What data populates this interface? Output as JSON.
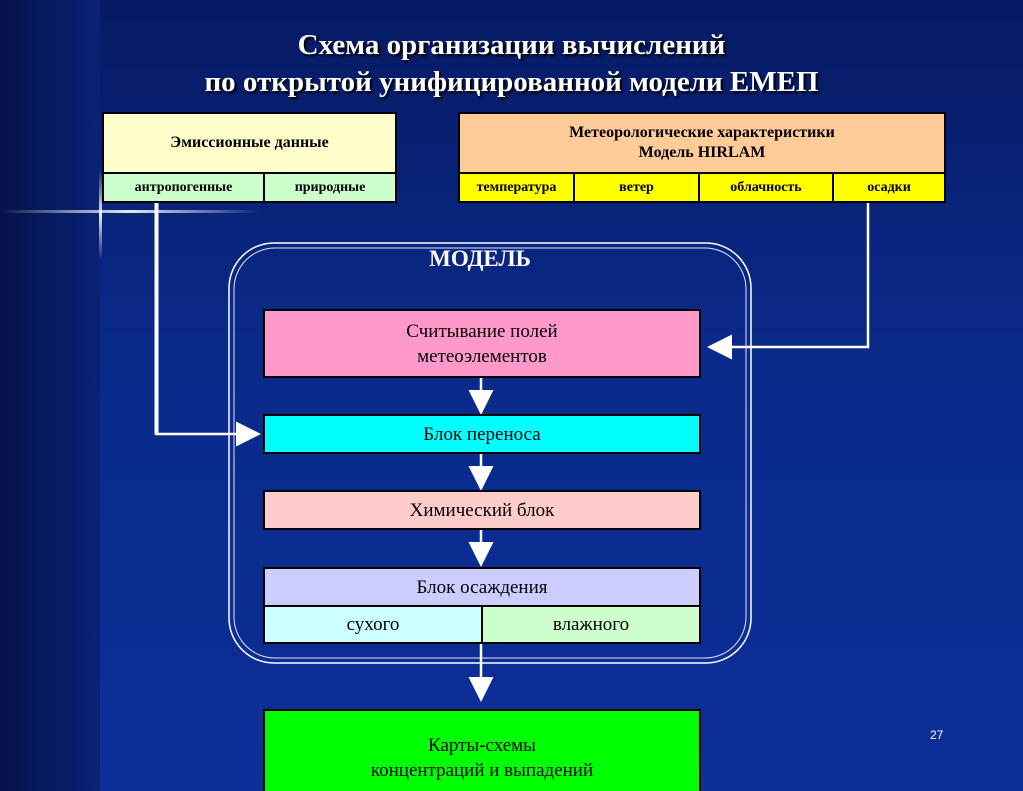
{
  "title": {
    "line1": "Схема организации вычислений",
    "line2": "по открытой унифицированной модели ЕМЕП"
  },
  "emission": {
    "title": "Эмиссионные данные",
    "sub": [
      "антропогенные",
      "природные"
    ]
  },
  "meteo": {
    "title": "Метеорологические характеристики\nМодель HIRLAM",
    "sub": [
      "температура",
      "ветер",
      "облачность",
      "осадки"
    ]
  },
  "model": {
    "label": "МОДЕЛЬ",
    "read_fields": "Считывание полей\nметеоэлементов",
    "transport": "Блок переноса",
    "chemistry": "Химический блок",
    "deposition": "Блок осаждения",
    "deposition_types": [
      "сухого",
      "влажного"
    ]
  },
  "output": "Карты-схемы\nконцентраций и выпадений",
  "page_number": "27",
  "colors": {
    "background": "#0a2a8a",
    "emission_title": "#ffffcc",
    "emission_sub": "#ccffcc",
    "meteo_title": "#ffcc99",
    "meteo_sub": "#ffff00",
    "read_fields": "#ff99cc",
    "transport": "#00ffff",
    "chemistry": "#ffcccc",
    "deposition": "#ccccff",
    "dry": "#ccffff",
    "wet": "#ccffcc",
    "output": "#00ff00"
  }
}
